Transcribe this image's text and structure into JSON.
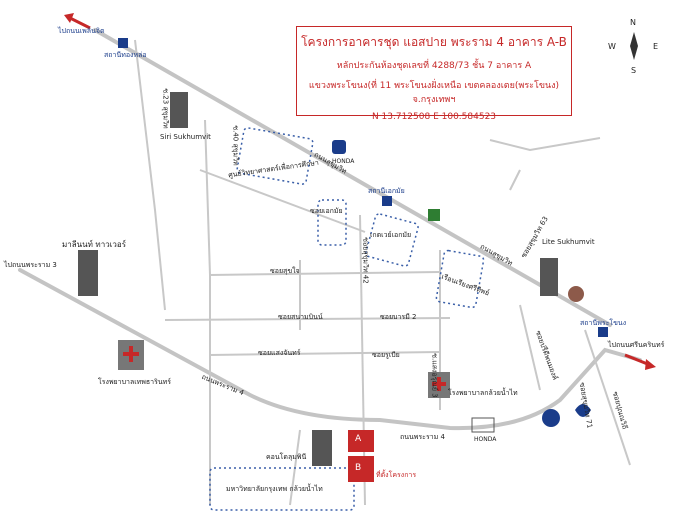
{
  "info": {
    "title": "โครงการอาคารชุด แอสปาย พระราม 4 อาคาร A-B",
    "line1": "หลักประกันห้องชุดเลขที่ 4288/73 ชั้น 7 อาคาร A",
    "line2": "แขวงพระโขนง(ที่ 11 พระโขนงฝั่งเหนือ เขตคลองเตย(พระโขนง) จ.กรุงเทพฯ",
    "coords": "N 13.712508 E 100.584523"
  },
  "compass": {
    "n": "N",
    "s": "S",
    "e": "E",
    "w": "W"
  },
  "labels": {
    "to_phloen": "ไปถนนเพลินจิต",
    "station_thonglo": "สถานีทองหล่อ",
    "soi_23": "ซ.23 สุขุมวิท",
    "siri": "Siri Sukhumvit",
    "soi_40": "ซ.40 สุขุมวิท",
    "science_center": "ศูนย์วิทยาศาสตร์เพื่อการศึกษา",
    "sukhumvit_rd_1": "ถนนสุขุมวิท",
    "honda_1": "HONDA",
    "station_ekkamai": "สถานีเอกมัย",
    "soi_ekkamai": "ซอยเอกมัย",
    "gateway": "เกตเวย์เอกมัย",
    "mahidol_tower": "มาลีนนท์ ทาวเวอร์",
    "to_rama3": "ไปถนนพระราม 3",
    "soi_sukjai": "ซอยสุขใจ",
    "soi_42": "ซอยสุขุมวิท 42",
    "soi_thonglo": "ซอยสนามบินน์",
    "soi_barn": "ซอยบารมี 2",
    "soi_sang": "ซอยแสงจันทร์",
    "soi_suk": "ซอยรูเบีย",
    "hospital_1": "โรงพยาบาลเทพธารินทร์",
    "rama4_1": "ถนนพระราม 4",
    "soi_kaem": "ซ.แสงอรุณย์ 3",
    "hospital_2": "โรงพยาบาลกล้วยน้ำไท",
    "rama4_2": "ถนนพระราม 4",
    "honda_2": "HONDA",
    "condo": "คอนโดลุมพินี",
    "project": "ที่ตั้งโครงการ",
    "bldg_a": "A",
    "bldg_b": "B",
    "market": "มหาวิทยาลัยกรุงเทพ กล้วยน้ำไท",
    "sukhumvit_rd_2": "ถนนสุขุมวิท",
    "soi_71": "ซอยสุขุมวิท 63",
    "nature_center": "เรือนเรียงศรีทิพย์",
    "lite": "Lite Sukhumvit",
    "station_phrakhanong": "สถานีพระโขนง",
    "to_sri_nakarin": "ไปถนนศรีนครินทร์",
    "soi_pridi": "ซอยปรีดีพนมยงค์",
    "soi_kluay": "ซอยสุขุมวิท 71",
    "soi_pun": "ซอยปุณณวิถี"
  },
  "colors": {
    "road": "#b9b9b9",
    "accent": "#c62828",
    "blue": "#1a3c8a",
    "dotted": "#3a5fa8"
  }
}
